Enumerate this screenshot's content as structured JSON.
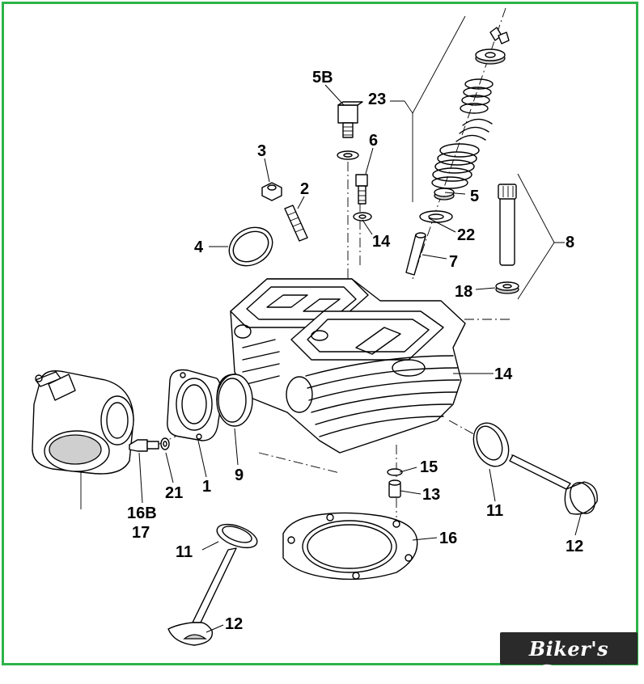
{
  "brand": {
    "store_name": "Biker's Store",
    "frame_color": "#2db34a"
  },
  "callouts": {
    "c_5b": "5B",
    "c_23": "23",
    "c_3": "3",
    "c_6": "6",
    "c_2": "2",
    "c_5": "5",
    "c_4": "4",
    "c_14a": "14",
    "c_22": "22",
    "c_8": "8",
    "c_7": "7",
    "c_18": "18",
    "c_14b": "14",
    "c_9": "9",
    "c_1": "1",
    "c_21": "21",
    "c_16b": "16B",
    "c_17": "17",
    "c_15": "15",
    "c_13": "13",
    "c_11a": "11",
    "c_12a": "12",
    "c_16": "16",
    "c_11b": "11",
    "c_12b": "12"
  }
}
